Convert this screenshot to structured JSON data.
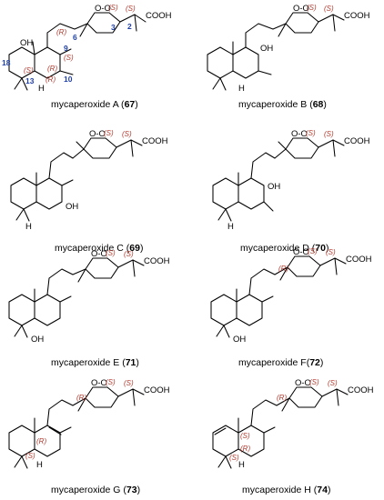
{
  "labels": {
    "cooh": "COOH",
    "oo": "O-O",
    "oh": "OH",
    "h": "H",
    "r": "(R)",
    "s": "(S)"
  },
  "numbers_a": [
    "2",
    "3",
    "6",
    "9",
    "10",
    "13",
    "18"
  ],
  "compounds": [
    {
      "id": "a",
      "name": "mycaperoxide A",
      "number": "67"
    },
    {
      "id": "b",
      "name": "mycaperoxide B",
      "number": "68"
    },
    {
      "id": "c",
      "name": "mycaperoxide C",
      "number": "69"
    },
    {
      "id": "d",
      "name": "mycaperoxide D",
      "number": "70"
    },
    {
      "id": "e",
      "name": "mycaperoxide E",
      "number": "71"
    },
    {
      "id": "f",
      "name": "mycaperoxide F",
      "number": "72"
    },
    {
      "id": "g",
      "name": "mycaperoxide G",
      "number": "73"
    },
    {
      "id": "h",
      "name": "mycaperoxide H",
      "number": "74"
    }
  ]
}
